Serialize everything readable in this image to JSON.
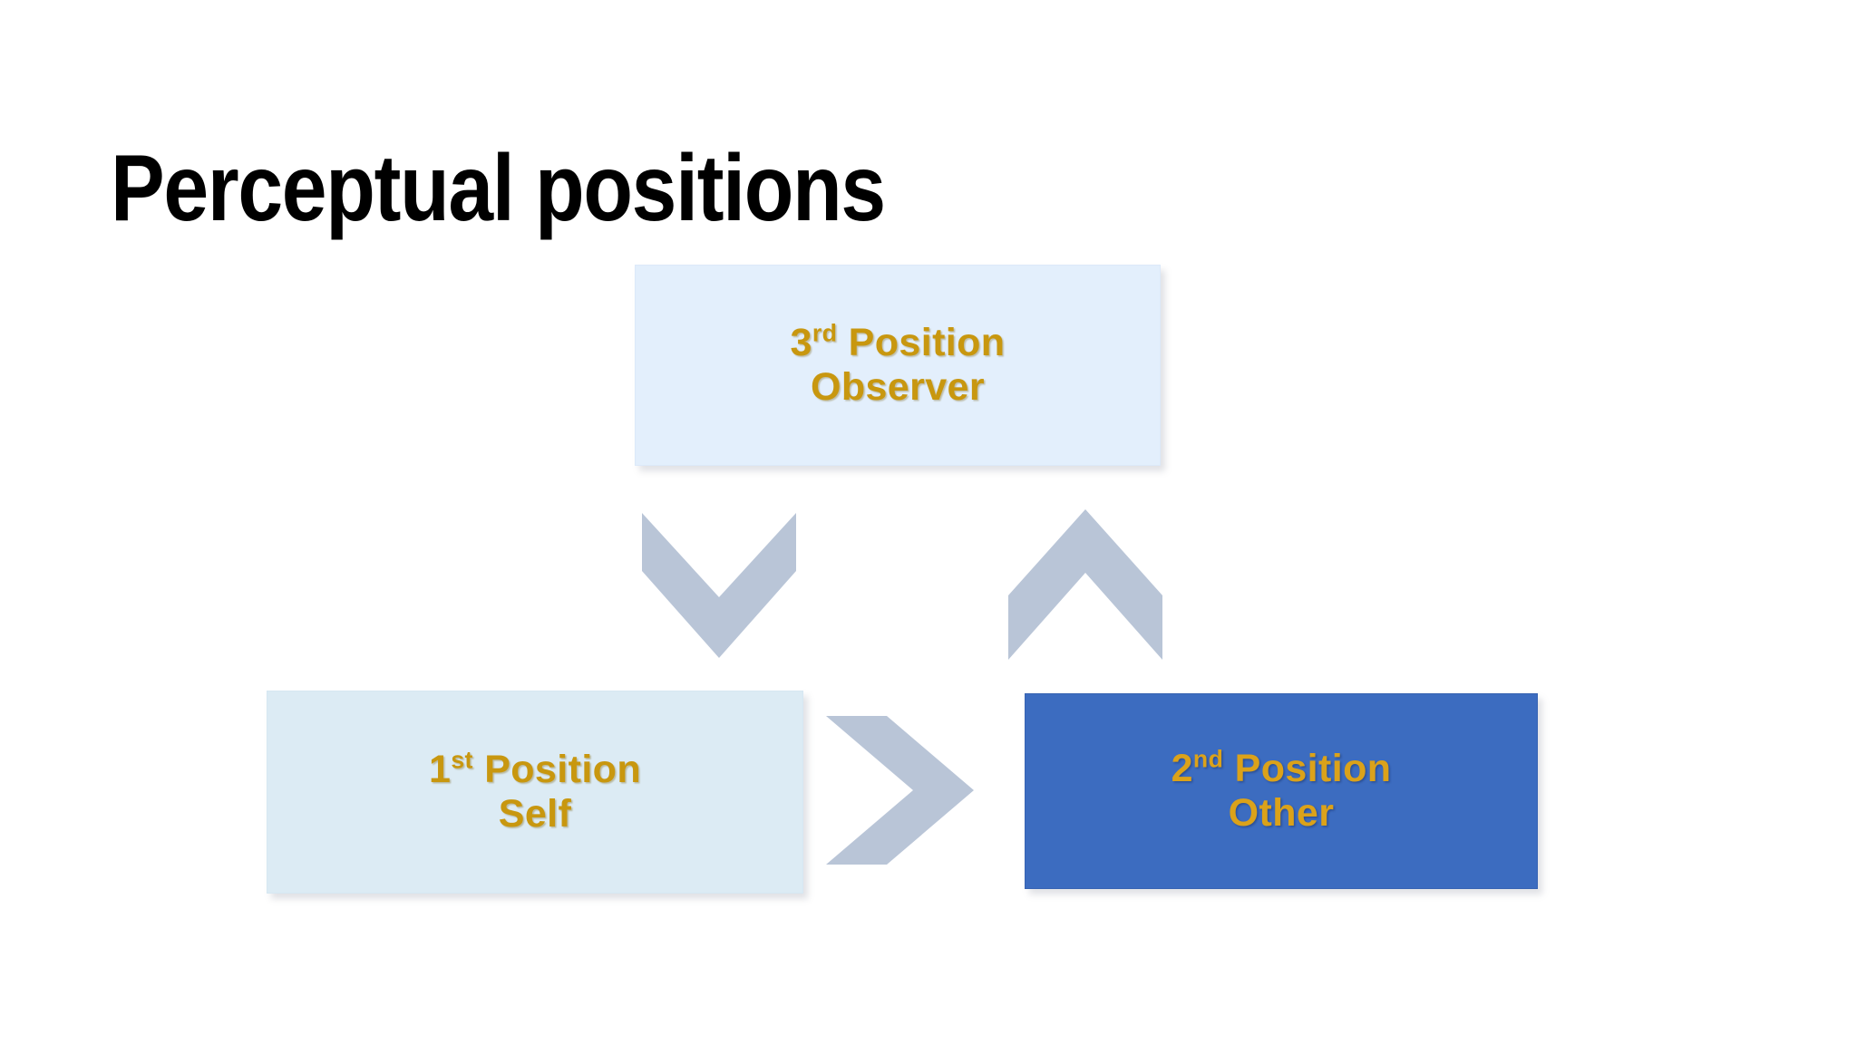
{
  "slide": {
    "title": "Perceptual positions",
    "background_color": "#ffffff"
  },
  "diagram": {
    "type": "cycle-diagram",
    "accent_gold": "#c8970f",
    "arrow_color": "#b9c5d7",
    "boxes": [
      {
        "id": "third-position",
        "ordinal": "3",
        "ordinal_suffix": "rd",
        "line1_rest": " Position",
        "line2": "Observer",
        "fill_color": "#e3effc",
        "text_color": "#c8970f"
      },
      {
        "id": "first-position",
        "ordinal": "1",
        "ordinal_suffix": "st",
        "line1_rest": " Position",
        "line2": "Self",
        "fill_color": "#dcebf4",
        "text_color": "#c8970f"
      },
      {
        "id": "second-position",
        "ordinal": "2",
        "ordinal_suffix": "nd",
        "line1_rest": " Position",
        "line2": "Other",
        "fill_color": "#3c6cc0",
        "text_color": "#dba21a"
      }
    ],
    "arrows": [
      {
        "id": "observer-to-self",
        "direction": "down"
      },
      {
        "id": "other-to-observer",
        "direction": "up"
      },
      {
        "id": "self-to-other",
        "direction": "right"
      }
    ]
  }
}
